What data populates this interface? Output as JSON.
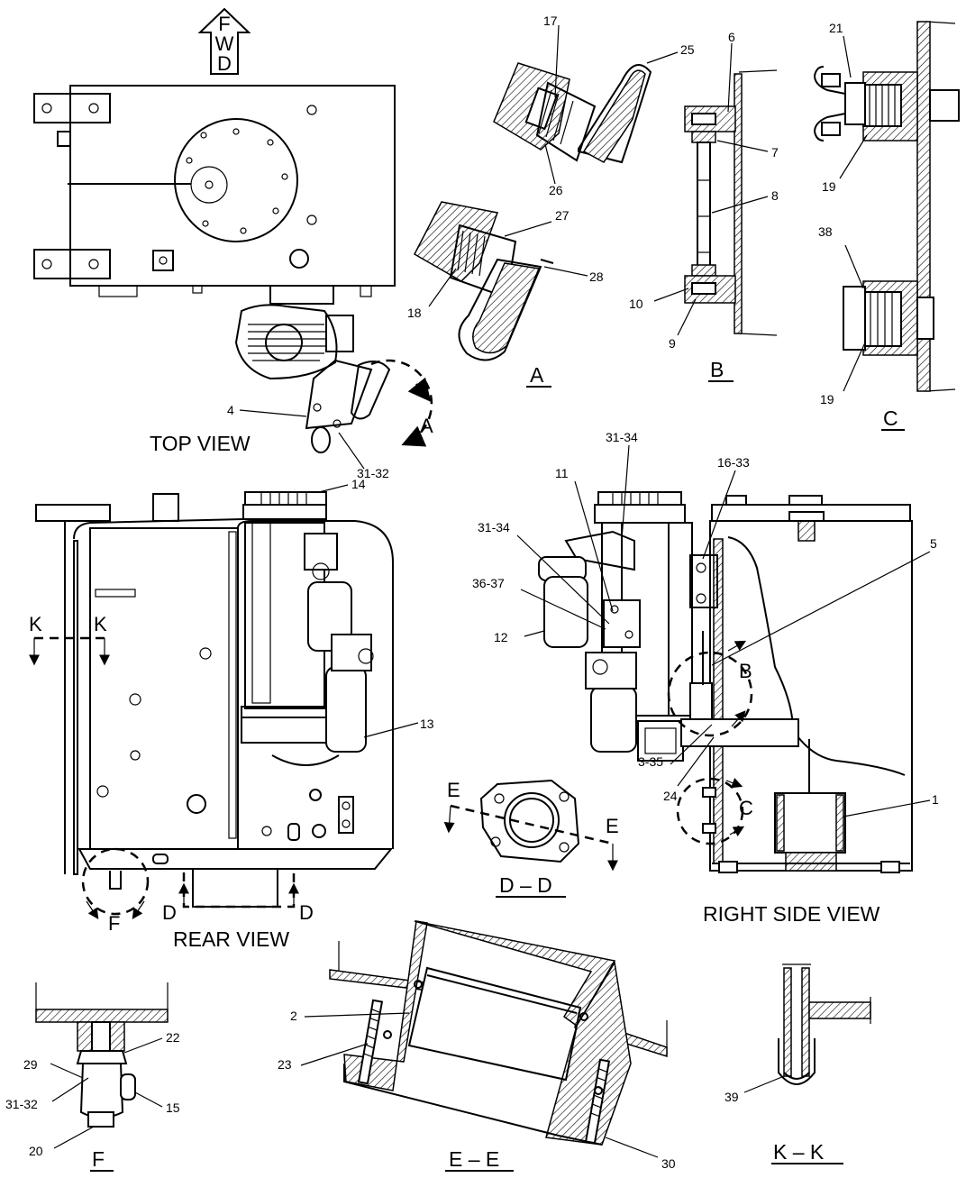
{
  "fwd": [
    "F",
    "W",
    "D"
  ],
  "views": {
    "top": "TOP  VIEW",
    "rear": "REAR VIEW",
    "right_side": "RIGHT SIDE VIEW",
    "a": "A",
    "b": "B",
    "c": "C",
    "dd": "D – D",
    "f": "F",
    "ee": "E – E",
    "kk": "K – K"
  },
  "markers": {
    "a": "A",
    "b": "B",
    "c": "C",
    "d": "D",
    "e": "E",
    "f": "F",
    "k": "K"
  },
  "callouts": {
    "c1": "1",
    "c2": "2",
    "c4": "4",
    "c5": "5",
    "c6": "6",
    "c7": "7",
    "c8": "8",
    "c9": "9",
    "c10": "10",
    "c11": "11",
    "c12": "12",
    "c13": "13",
    "c14": "14",
    "c15": "15",
    "c17": "17",
    "c18": "18",
    "c19": "19",
    "c20": "20",
    "c21": "21",
    "c22": "22",
    "c23": "23",
    "c24": "24",
    "c25": "25",
    "c26": "26",
    "c27": "27",
    "c28": "28",
    "c29": "29",
    "c30": "30",
    "c38": "38",
    "c39": "39",
    "c3_35": "3-35",
    "c16_33": "16-33",
    "c31_32": "31-32",
    "c31_34": "31-34",
    "c36_37": "36-37"
  }
}
